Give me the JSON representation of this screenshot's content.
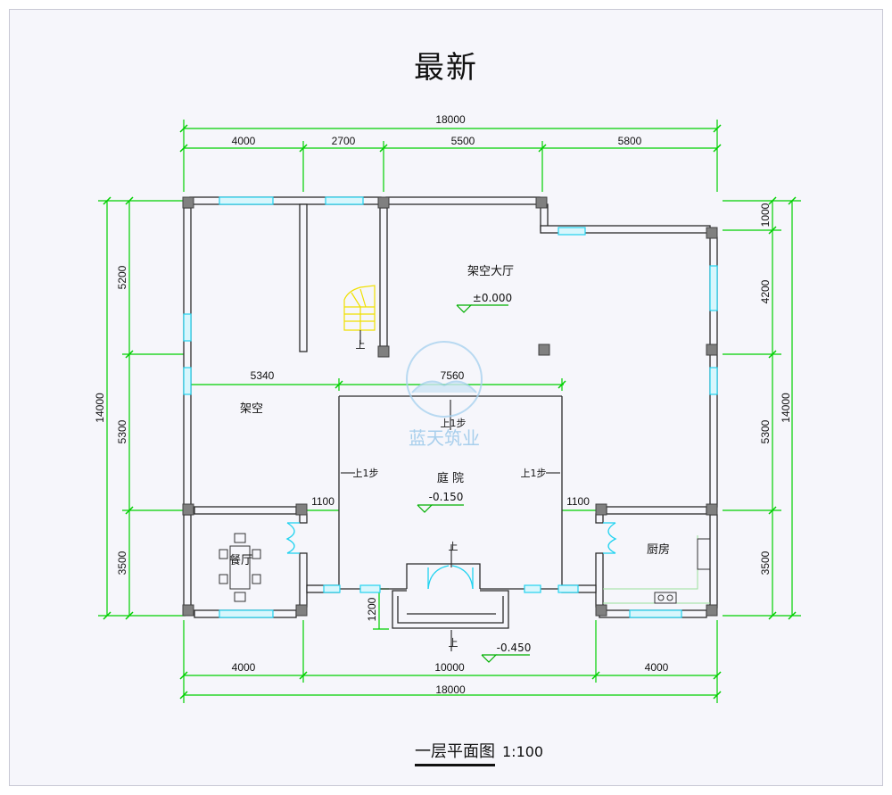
{
  "title": "最新",
  "caption": {
    "plan_name": "一层平面图",
    "scale": "1:100"
  },
  "dimensions": {
    "top_total": "18000",
    "top_segments": [
      "4000",
      "2700",
      "5500",
      "5800"
    ],
    "bottom_total": "18000",
    "bottom_segments": [
      "4000",
      "10000",
      "4000"
    ],
    "left_total": "14000",
    "left_segments": [
      "5200",
      "5300",
      "3500"
    ],
    "right_total": "14000",
    "right_segments": [
      "1000",
      "4200",
      "5300",
      "3500"
    ],
    "inner_5340": "5340",
    "inner_7560": "7560",
    "inner_1100_left": "1100",
    "inner_1100_right": "1100",
    "entry_1200": "1200"
  },
  "rooms": {
    "hall": "架空大厅",
    "hall_level": "±0.000",
    "open_space": "架空",
    "courtyard": "庭 院",
    "courtyard_level": "-0.150",
    "dining": "餐厅",
    "kitchen": "厨房",
    "outdoor_level": "-0.450"
  },
  "steps": {
    "up_one_top": "上1步",
    "up_one_left": "上1步",
    "up_one_right": "上1步",
    "stair_up": "上",
    "entry_up": "上",
    "bottom_up": "上"
  },
  "watermark": "蓝天筑业",
  "colors": {
    "background": "#f6f6fb",
    "wall": "#2b2b2b",
    "dimension": "#00d000",
    "window": "#22d3f0",
    "stair": "#ffff00",
    "level_marker": "#00b000",
    "watermark": "#7fb9e6"
  }
}
